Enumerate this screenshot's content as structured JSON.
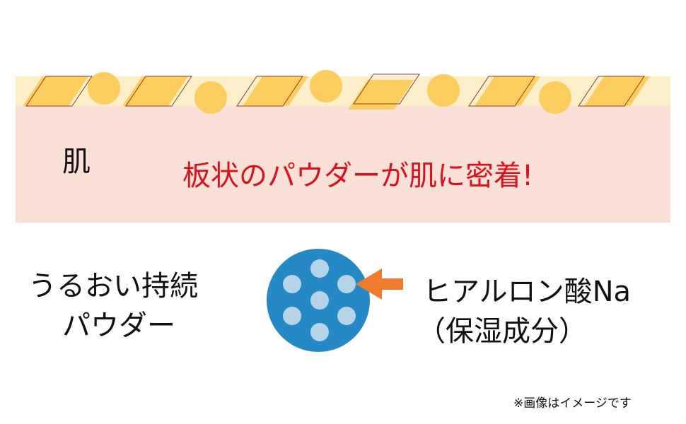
{
  "skin_label": "肌",
  "headline": "板状のパウダーが肌に密着!",
  "powder_label": [
    "うるおい持続",
    "パウダー"
  ],
  "ingredient_label": [
    "ヒアルロン酸Na",
    "（保湿成分）"
  ],
  "note": "※画像はイメージです",
  "colors": {
    "cream": "#fdefc9",
    "skin": "#fbe0d8",
    "powder": "#fccd5f",
    "outline": "#9a3b1a",
    "headline": "#d7141d",
    "particle": "#2589c5",
    "dot": "#b5d4e8",
    "arrow": "#ef7b2d"
  }
}
